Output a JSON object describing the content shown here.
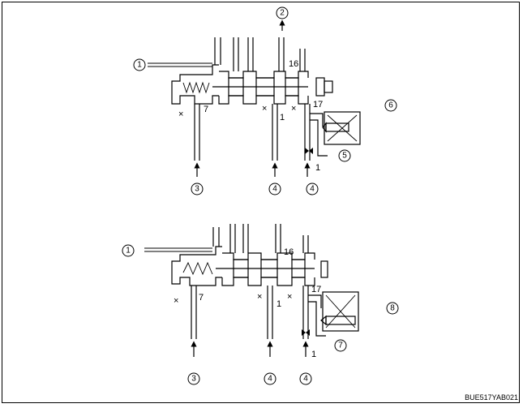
{
  "figure": {
    "reference_code": "BUE517YAB021"
  },
  "upper": {
    "callouts": {
      "c1": "1",
      "c2": "2",
      "c3": "3",
      "c4a": "4",
      "c4b": "4",
      "c5": "5",
      "c6": "6"
    },
    "labels": {
      "n16": "16",
      "n17": "17",
      "n7": "7",
      "n1a": "1",
      "n1b": "1"
    },
    "drain_marks": [
      "×",
      "×",
      "×"
    ]
  },
  "lower": {
    "callouts": {
      "c1": "1",
      "c3": "3",
      "c4a": "4",
      "c4b": "4",
      "c7": "7",
      "c8": "8"
    },
    "labels": {
      "n16": "16",
      "n17": "17",
      "n7": "7",
      "n1a": "1",
      "n1b": "1"
    },
    "drain_marks": [
      "×",
      "×",
      "×"
    ]
  }
}
